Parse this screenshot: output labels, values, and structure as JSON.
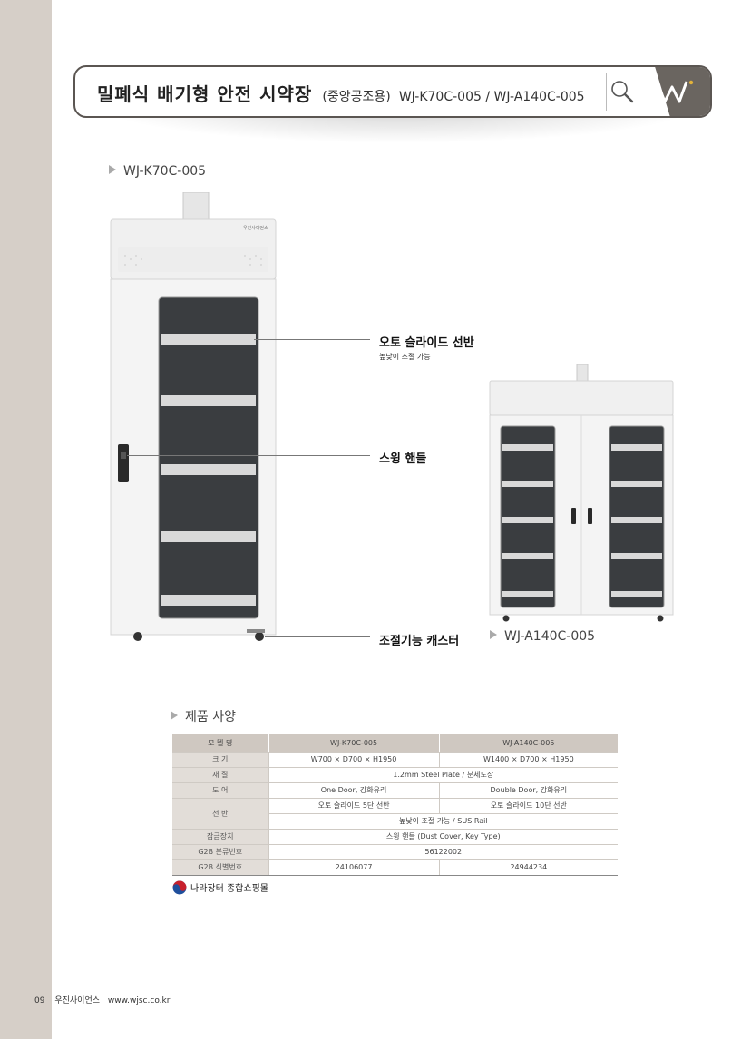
{
  "header": {
    "title": "밀폐식 배기형 안전 시약장",
    "subtitle": "(중앙공조용)",
    "models": "WJ-K70C-005 / WJ-A140C-005",
    "icon_search": "search-icon",
    "icon_logo": "wj-logo-icon"
  },
  "products": {
    "left_label": "WJ-K70C-005",
    "right_label": "WJ-A140C-005",
    "cabinet_badge": "우진사이언스"
  },
  "callouts": {
    "shelf_title": "오토 슬라이드 선반",
    "shelf_sub": "높낮이 조절 가능",
    "handle_title": "스윙 핸들",
    "caster_title": "조절기능 캐스터"
  },
  "spec": {
    "title": "제품 사양",
    "head": {
      "label": "모 델 명",
      "col1": "WJ-K70C-005",
      "col2": "WJ-A140C-005"
    },
    "size": {
      "label": "크 기",
      "col1": "W700 × D700 × H1950",
      "col2": "W1400 × D700 × H1950"
    },
    "material": {
      "label": "재 질",
      "value": "1.2mm Steel Plate / 분체도장"
    },
    "door": {
      "label": "도 어",
      "col1": "One Door, 강화유리",
      "col2": "Double Door, 강화유리"
    },
    "shelf": {
      "label": "선 반",
      "col1": "오토 슬라이드 5단 선반",
      "col2": "오토 슬라이드 10단 선반",
      "common": "높낮이 조절 가능 / SUS Rail"
    },
    "lock": {
      "label": "잠금장치",
      "value": "스윙 핸들 (Dust Cover, Key Type)"
    },
    "g2b_class": {
      "label": "G2B 분류번호",
      "value": "56122002"
    },
    "g2b_id": {
      "label": "G2B 식별번호",
      "col1": "24106077",
      "col2": "24944234"
    }
  },
  "shop": {
    "label": "나라장터 종합쇼핑몰"
  },
  "footer": {
    "page": "09",
    "company": "우진사이언스",
    "url": "www.wjsc.co.kr"
  },
  "colors": {
    "sidebar": "#d6cfc8",
    "header_border": "#5b5652",
    "logo_bg": "#6a6560",
    "table_head": "#cfc8c1"
  }
}
